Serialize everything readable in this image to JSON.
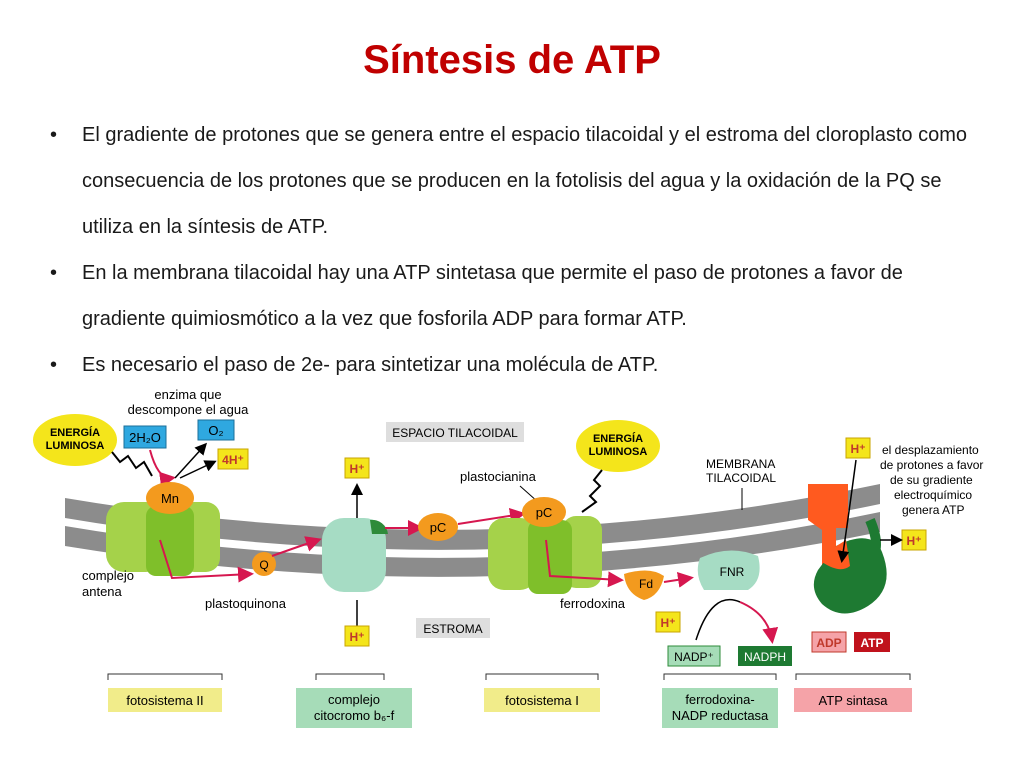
{
  "slide": {
    "title": "Síntesis de ATP",
    "bullets": [
      "El gradiente de protones que se genera entre el espacio tilacoidal y el estroma del cloroplasto como consecuencia de los protones que se producen en la fotolisis del agua y la oxidación de la PQ se utiliza en la síntesis de ATP.",
      "En la membrana tilacoidal hay una ATP sintetasa que permite el paso de protones a favor de gradiente quimiosmótico a la vez que fosforila ADP para formar ATP.",
      "Es necesario el paso de 2e- para sintetizar una molécula de ATP."
    ]
  },
  "diagram": {
    "energia_1": [
      "ENERGÍA",
      "LUMINOSA"
    ],
    "energia_2": [
      "ENERGÍA",
      "LUMINOSA"
    ],
    "enzima_label": [
      "enzima que",
      "descompone el agua"
    ],
    "h2o": "2H₂O",
    "o2": "O₂",
    "h4": "4H⁺",
    "mn": "Mn",
    "q": "Q",
    "complejo_antena": [
      "complejo",
      "antena"
    ],
    "plastoquinona": "plastoquinona",
    "espacio_tilacoidal": "ESPACIO TILACOIDAL",
    "estroma": "ESTROMA",
    "h_plus": "H⁺",
    "pc": "pC",
    "plastocianina": "plastocianina",
    "membrana": [
      "MEMBRANA",
      "TILACOIDAL"
    ],
    "fd": "Fd",
    "fnr": "FNR",
    "ferrodoxina": "ferrodoxina",
    "nadp": "NADP⁺",
    "nadph": "NADPH",
    "adp": "ADP",
    "atp": "ATP",
    "desplazamiento": [
      "el desplazamiento",
      "de protones a favor",
      "de su gradiente",
      "electroquímico",
      "genera ATP"
    ],
    "boxes": {
      "fotosistema_ii": "fotosistema II",
      "citocromo_1": "complejo",
      "citocromo_2": "citocromo b₆-f",
      "fotosistema_i": "fotosistema I",
      "fnr_1": "ferrodoxina-",
      "fnr_2": "NADP reductasa",
      "atp_sintasa": "ATP sintasa"
    }
  },
  "colors": {
    "title": "#c00000",
    "membrane": "#8c8c8c",
    "protein_green": "#a5d24a",
    "orange": "#f39a1e",
    "yellow": "#f4e51b",
    "blue_box": "#2fa8e0",
    "red_arrow": "#d6174f",
    "box_yellow": "#f1ec8a",
    "box_green": "#a6dcb8",
    "box_pink": "#f5a3a8"
  }
}
